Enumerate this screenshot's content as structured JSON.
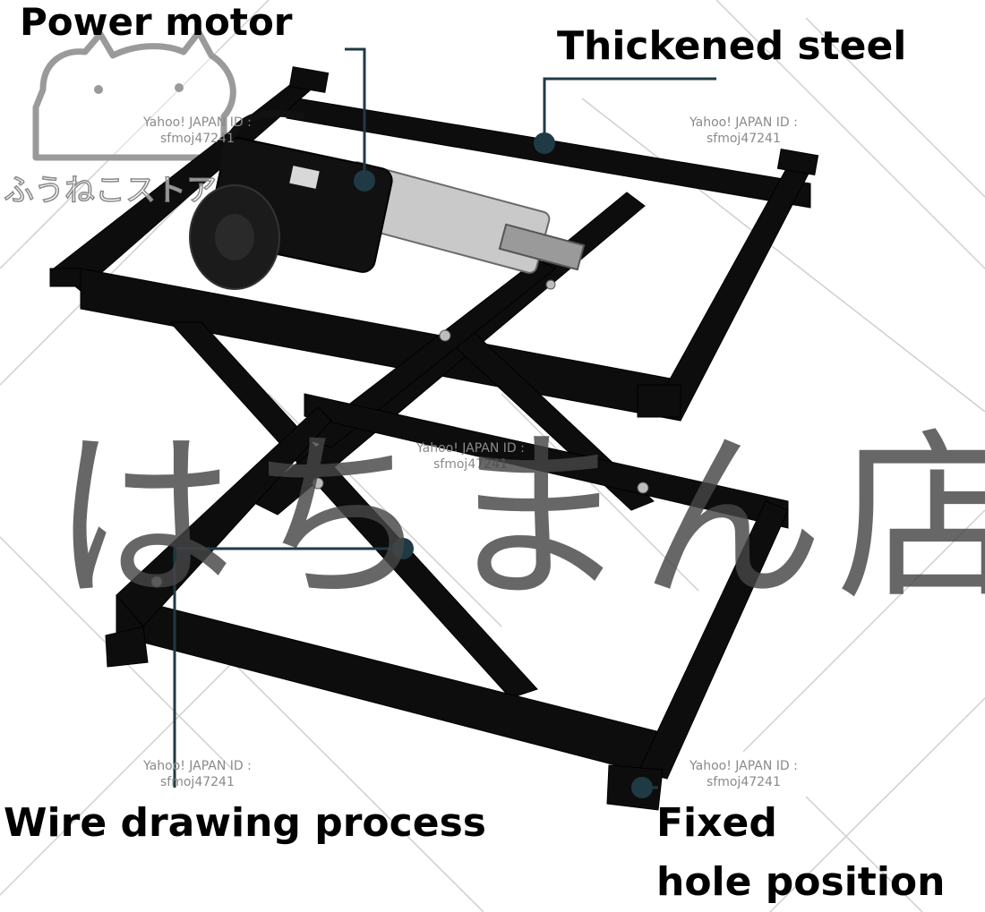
{
  "labels": {
    "power_motor": "Power motor",
    "thickened_steel": "Thickened steel",
    "wire_drawing": "Wire drawing process",
    "fixed_line1": "Fixed",
    "fixed_line2": "hole position"
  },
  "watermarks": {
    "big_text": "はちまん店",
    "shop_text": "ふうねこストア",
    "id_label": "Yahoo! JAPAN ID :",
    "id_value": "sfmoj47241"
  },
  "colors": {
    "frame": "#0d0d0d",
    "marker": "#1f3a44",
    "leader": "#1f3a44",
    "motor_body": "#111111",
    "actuator": "#c8c8c8",
    "watermark": "#8a8a8a"
  }
}
